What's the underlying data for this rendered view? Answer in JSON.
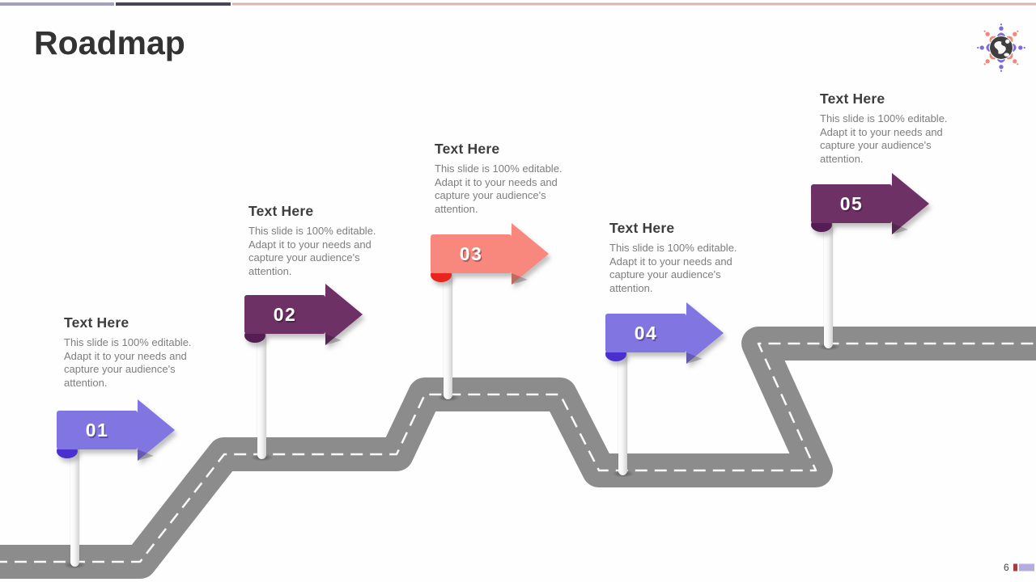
{
  "slide": {
    "title": "Roadmap"
  },
  "accent_bar": {
    "segment1_color": "#a2a0c0",
    "segment2_color": "#4a4256",
    "segment3_color": "#ddb3b1"
  },
  "road": {
    "color": "#8c8c8c",
    "dash_color": "#ffffff"
  },
  "logo": {
    "globe_color": "#3e3e3e",
    "land_color": "#f7f7f7",
    "person_color_a": "#7b6cd8",
    "person_color_b": "#ef8a7a"
  },
  "milestones": [
    {
      "number": "01",
      "heading": "Text Here",
      "body": "This slide is 100% editable. Adapt it to your needs and capture your audience's attention.",
      "sign_color": "#8175e2",
      "curl_color": "#4a2fd0"
    },
    {
      "number": "02",
      "heading": "Text Here",
      "body": "This slide is 100% editable. Adapt it to your needs and capture your audience's attention.",
      "sign_color": "#6d3166",
      "curl_color": "#541e55"
    },
    {
      "number": "03",
      "heading": "Text Here",
      "body": "This slide is 100% editable. Adapt it to your needs and capture your audience's attention.",
      "sign_color": "#f8877d",
      "curl_color": "#e8241c"
    },
    {
      "number": "04",
      "heading": "Text Here",
      "body": "This slide is 100% editable. Adapt it to your needs and capture your audience's attention.",
      "sign_color": "#8175e2",
      "curl_color": "#4a2fd0"
    },
    {
      "number": "05",
      "heading": "Text Here",
      "body": "This slide is 100% editable. Adapt it to your needs and capture your audience's attention.",
      "sign_color": "#6d3166",
      "curl_color": "#541e55"
    }
  ],
  "footer": {
    "page_number": "6",
    "bar1_color": "#a93a3e",
    "bar2_color": "#b4abe0"
  }
}
